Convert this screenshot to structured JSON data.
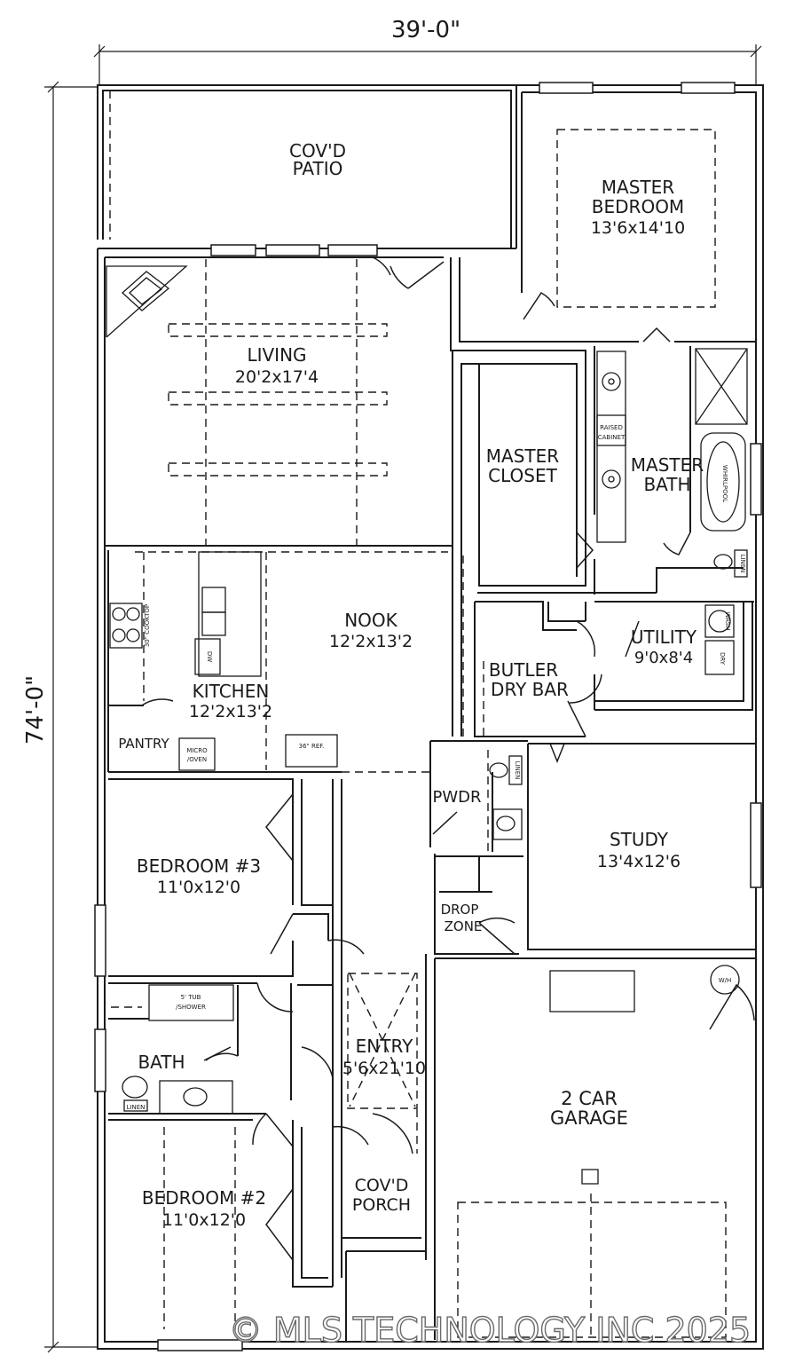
{
  "dimensions": {
    "width": "39'-0\"",
    "depth": "74'-0\""
  },
  "rooms": {
    "patio": {
      "line1": "COV'D",
      "line2": "PATIO"
    },
    "master_bedroom": {
      "line1": "MASTER",
      "line2": "BEDROOM",
      "size": "13'6x14'10"
    },
    "living": {
      "name": "LIVING",
      "size": "20'2x17'4"
    },
    "master_closet": {
      "line1": "MASTER",
      "line2": "CLOSET"
    },
    "master_bath": {
      "line1": "MASTER",
      "line2": "BATH"
    },
    "nook": {
      "name": "NOOK",
      "size": "12'2x13'2"
    },
    "kitchen": {
      "name": "KITCHEN",
      "size": "12'2x13'2"
    },
    "pantry": {
      "name": "PANTRY"
    },
    "butler": {
      "line1": "BUTLER",
      "line2": "DRY BAR"
    },
    "utility": {
      "name": "UTILITY",
      "size": "9'0x8'4"
    },
    "pwdr": {
      "name": "PWDR"
    },
    "study": {
      "name": "STUDY",
      "size": "13'4x12'6"
    },
    "bedroom3": {
      "name": "BEDROOM #3",
      "size": "11'0x12'0"
    },
    "drop_zone": {
      "line1": "DROP",
      "line2": "ZONE"
    },
    "bath": {
      "name": "BATH"
    },
    "entry": {
      "name": "ENTRY",
      "size": "5'6x21'10"
    },
    "garage": {
      "line1": "2 CAR",
      "line2": "GARAGE"
    },
    "porch": {
      "line1": "COV'D",
      "line2": "PORCH"
    },
    "bedroom2": {
      "name": "BEDROOM #2",
      "size": "11'0x12'0"
    }
  },
  "fixtures": {
    "raised_cabinet_1": "RAISED",
    "raised_cabinet_2": "CABINET",
    "whirlpool": "WHIRLPOOL",
    "linen": "LINEN",
    "washer": "WASH",
    "dryer": "DRY",
    "countertop": "30\" COOKTOP",
    "dishwasher": "DW",
    "micro_1": "MICRO",
    "micro_2": "/OVEN",
    "refrigerator": "36\" REF.",
    "tub_1": "5' TUB",
    "tub_2": "/SHOWER",
    "water_heater": "W/H"
  },
  "watermark": "© MLS TECHNOLOGY INC 2025",
  "colors": {
    "line": "#1a1a1a",
    "background": "#ffffff"
  }
}
